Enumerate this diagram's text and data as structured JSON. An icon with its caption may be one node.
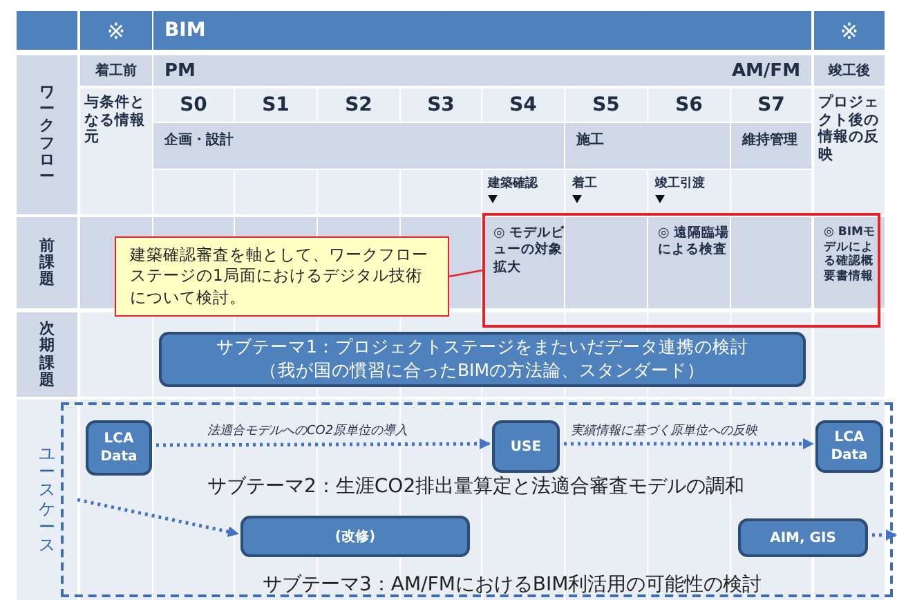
{
  "diagram": {
    "nodes": [
      {
        "text": [
          "※"
        ]
      },
      {
        "text": [
          "BIM"
        ]
      },
      {
        "text": [
          "※"
        ]
      },
      {
        "text": [
          "ワークフロー"
        ]
      },
      {
        "text": [
          "着工前"
        ]
      },
      {
        "text": [
          "PM",
          "AM/FM"
        ]
      },
      {
        "text": [
          "竣工後"
        ]
      },
      {
        "text": [
          "与条件となる情報元"
        ]
      },
      {
        "text": [
          "S0"
        ]
      },
      {
        "text": [
          "S1"
        ]
      },
      {
        "text": [
          "S2"
        ]
      },
      {
        "text": [
          "S3"
        ]
      },
      {
        "text": [
          "S4"
        ]
      },
      {
        "text": [
          "S5"
        ]
      },
      {
        "text": [
          "S6"
        ]
      },
      {
        "text": [
          "S7"
        ]
      },
      {
        "text": [
          "プロジェクト後の情報の反映"
        ]
      },
      {
        "text": [
          "企画・設計"
        ]
      },
      {
        "text": [
          "施工"
        ]
      },
      {
        "text": [
          "維持管理"
        ]
      },
      {
        "text": [
          "前課題"
        ]
      },
      {
        "text": [
          "建築確認審査を軸として、ワークフローステージの1局面におけるデジタル技術について検討。"
        ]
      },
      {
        "text": [],
        "shape": "box"
      },
      {
        "text": [
          "◎ モデルビューの対象拡大"
        ],
        "in": 22
      },
      {
        "text": [
          "◎ 遠隔臨場による検査"
        ],
        "in": 22
      },
      {
        "text": [
          "◎ BIMモデルによる確認概要書情報"
        ],
        "in": 22
      },
      {
        "text": [
          "次期課題"
        ]
      },
      {
        "text": [
          "サブテーマ1：プロジェクトステージをまたいだデータ連携の検討",
          "（我が国の慣習に合ったBIMの方法論、スタンダード）"
        ]
      },
      {
        "text": [
          "ユースケース"
        ]
      },
      {
        "text": [],
        "shape": "box"
      },
      {
        "text": [
          "LCA Data"
        ],
        "in": 29
      },
      {
        "text": [
          "USE"
        ],
        "in": 29
      },
      {
        "text": [
          "LCA Data"
        ],
        "in": 29
      },
      {
        "text": [
          "(改修)"
        ],
        "in": 29
      },
      {
        "text": [
          "AIM, GIS"
        ],
        "in": 29
      }
    ],
    "edges": [
      {
        "from": 21,
        "to": 22,
        "arrow": "none",
        "color": "#e8202a"
      },
      {
        "from": 30,
        "to": 31,
        "arrow": "to",
        "style": "dashed",
        "label": "法適合モデルへのCO2原単位の導入"
      },
      {
        "from": 31,
        "to": 32,
        "arrow": "to",
        "style": "dashed",
        "label": "実績情報に基づく原単位への反映"
      },
      {
        "from": 28,
        "to": 33,
        "arrow": "to",
        "style": "dashed"
      },
      {
        "from": 34,
        "to": null,
        "arrow": "to",
        "style": "dashed"
      }
    ],
    "labels": [
      "建築確認",
      "着工",
      "竣工引渡",
      "サブテーマ2：生涯CO2排出量算定と法適合審査モデルの調和",
      "サブテーマ3：AM/FMにおけるBIM利活用の可能性の検討"
    ]
  }
}
